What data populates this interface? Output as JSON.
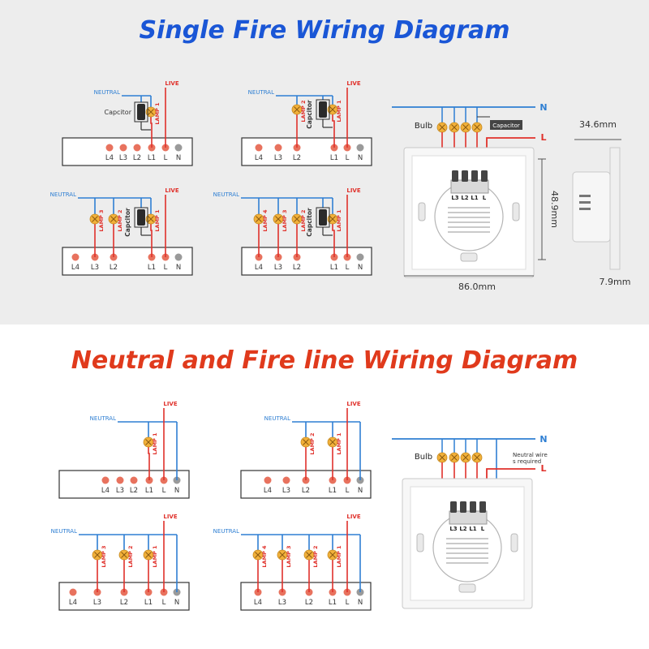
{
  "title_top": "Single Fire Wiring Diagram",
  "title_bottom": "Neutral and Fire line Wiring Diagram",
  "labels": {
    "neutral": "NEUTRAL",
    "live": "LIVE",
    "capacitor_short": "Capcitor",
    "capacitor_box": "Capacitor",
    "lamp1": "LAMP 1",
    "lamp2": "LAMP 2",
    "lamp3": "LAMP 3",
    "lamp4": "LAMP 4",
    "bulb": "Bulb",
    "n": "N",
    "l": "L",
    "neutral_wire_note_line1": "Neutral wire",
    "neutral_wire_note_line2": "s required"
  },
  "terminals": {
    "l4": "L4",
    "l3": "L3",
    "l2": "L2",
    "l1": "L1",
    "l": "L",
    "n": "N"
  },
  "switch_face_terminals": [
    "L3",
    "L2",
    "L1",
    "L"
  ],
  "dimensions": {
    "height": "48.9mm",
    "width": "86.0mm",
    "side_width": "34.6mm",
    "depth": "7.9mm"
  },
  "colors": {
    "neutral_blue": "#2f7fd3",
    "live_red": "#e0312b",
    "terminal_salmon": "#e8725e",
    "terminal_gray": "#9a9a9a",
    "lamp_orange": "#f2b13a",
    "title_blue": "#1a56d6",
    "title_red": "#e03a1c"
  }
}
